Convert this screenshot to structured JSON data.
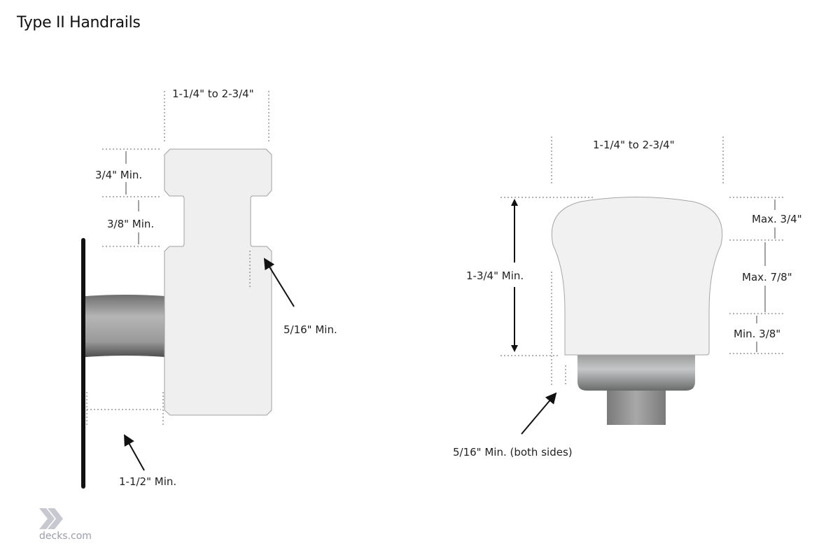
{
  "title": "Type II Handrails",
  "left_figure": {
    "width_label": "1-1/4\" to 2-3/4\"",
    "top_label": "3/4\" Min.",
    "recess_label": "3/8\" Min.",
    "recess_depth_label": "5/16\" Min.",
    "wall_clearance_label": "1-1/2\" Min."
  },
  "right_figure": {
    "width_label": "1-1/4\" to 2-3/4\"",
    "height_label": "1-3/4\" Min.",
    "top_label": "Max. 3/4\"",
    "middle_label": "Max. 7/8\"",
    "bottom_label": "Min. 3/8\"",
    "recess_label": "5/16\" Min. (both sides)"
  },
  "logo": {
    "text": "decks.com"
  },
  "colors": {
    "rail_fill": "#efefef",
    "rail_outline": "#999999",
    "wall": "#111111",
    "post": "#8a8a8a"
  }
}
